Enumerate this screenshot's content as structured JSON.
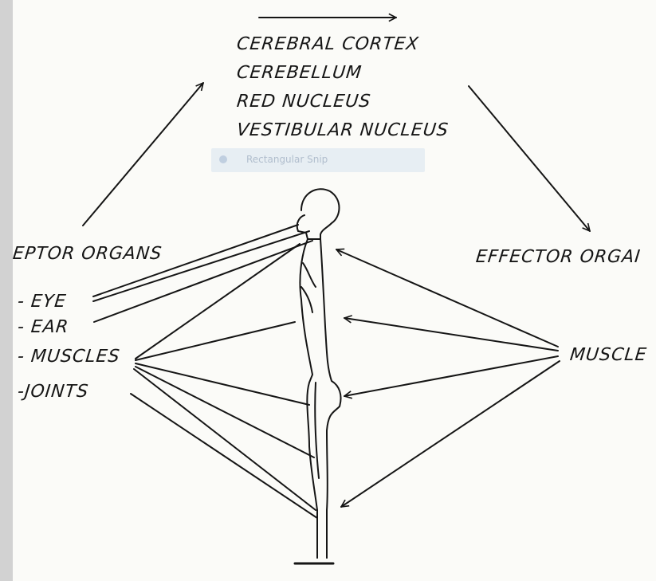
{
  "diagram": {
    "center_structures": [
      "CEREBRAL CORTEX",
      "CEREBELLUM",
      "RED NUCLEUS",
      "VESTIBULAR NUCLEUS"
    ],
    "receptor_heading": "EPTOR ORGANS",
    "receptor_items": [
      "- EYE",
      "- EAR",
      "- MUSCLES",
      "-JOINTS"
    ],
    "effector_heading": "EFFECTOR ORGAI",
    "effector_item": "MUSCLE",
    "overlay_tooltip": "Rectangular Snip"
  },
  "colors": {
    "ink": "#151515",
    "paper": "#fbfbf8",
    "border": "#d2d2d2"
  }
}
